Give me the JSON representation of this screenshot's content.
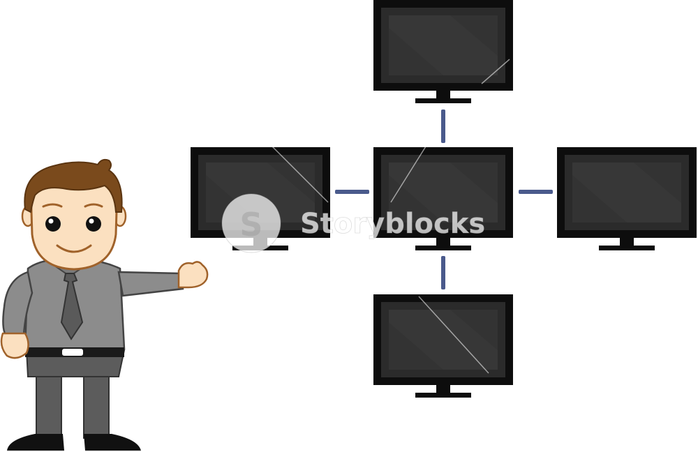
{
  "diagram": {
    "nodes": [
      {
        "id": "monitor-top",
        "kind": "monitor"
      },
      {
        "id": "monitor-left",
        "kind": "monitor"
      },
      {
        "id": "monitor-center",
        "kind": "monitor"
      },
      {
        "id": "monitor-right",
        "kind": "monitor"
      },
      {
        "id": "monitor-bottom",
        "kind": "monitor"
      }
    ],
    "links": [
      {
        "from": "monitor-center",
        "to": "monitor-top",
        "style": "dashed"
      },
      {
        "from": "monitor-center",
        "to": "monitor-left",
        "style": "dashed"
      },
      {
        "from": "monitor-center",
        "to": "monitor-right",
        "style": "dashed"
      },
      {
        "from": "monitor-center",
        "to": "monitor-bottom",
        "style": "dashed"
      }
    ],
    "connector_color": "#4a5a8c",
    "monitor_bezel_color": "#0d0d0d",
    "monitor_screen_color": "#2a2a2a"
  },
  "character": {
    "hair_color": "#7a4a1c",
    "skin_color": "#fbe0c0",
    "shirt_color": "#8c8c8c",
    "tie_color": "#5a5a5a",
    "pants_color": "#5c5c5c"
  },
  "watermark": {
    "text": "Storyblocks"
  }
}
